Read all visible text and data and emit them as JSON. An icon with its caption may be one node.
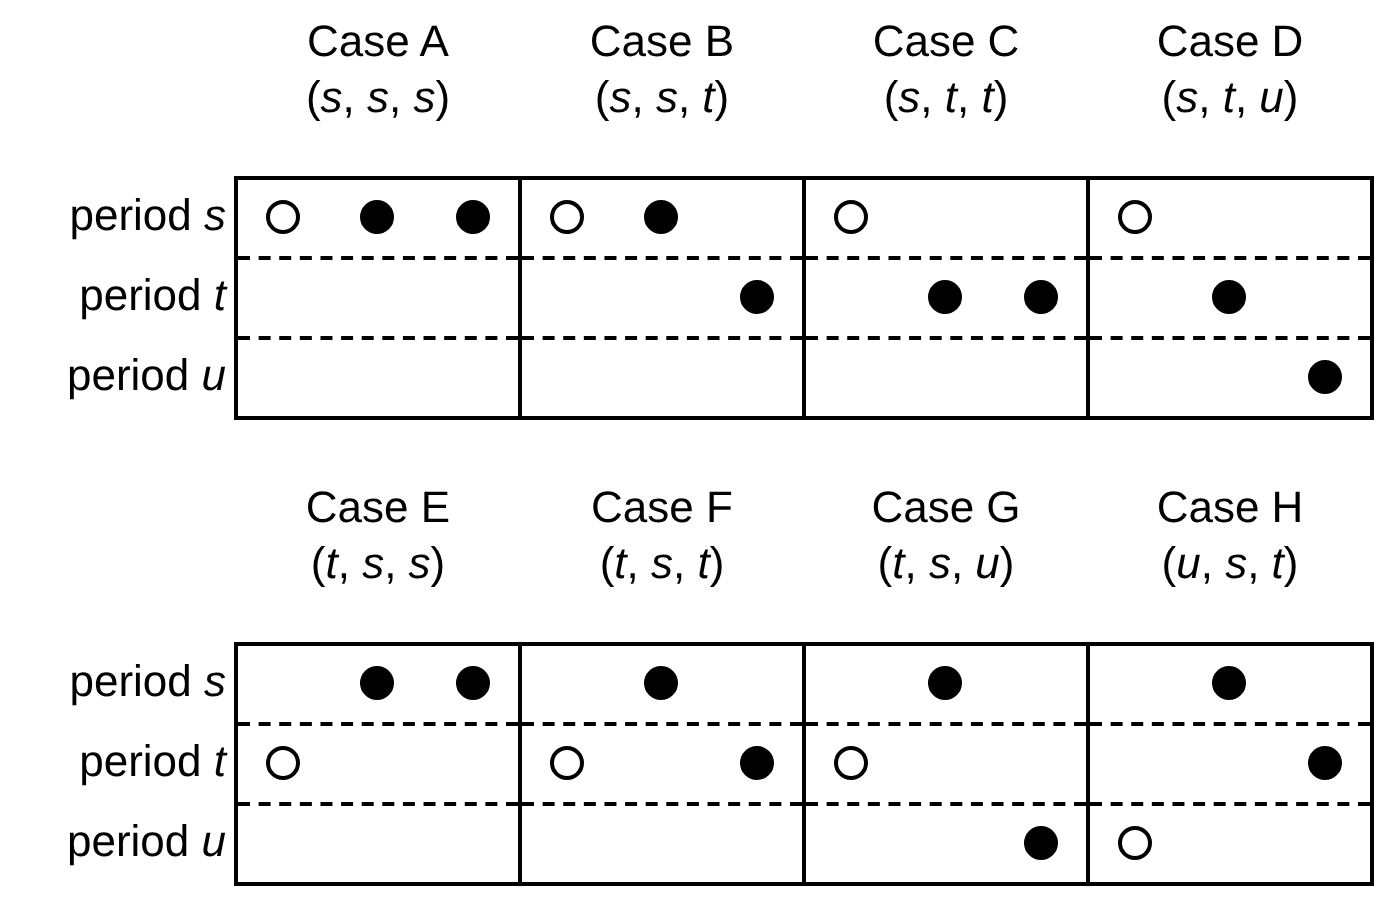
{
  "diagram": {
    "nodes": [
      {
        "text": [
          "Case A",
          "(*s*, *s*, *s*)"
        ]
      },
      {
        "text": [],
        "shape": "circle",
        "in": 0
      },
      {
        "text": [],
        "shape": "dot",
        "in": 0
      },
      {
        "text": [],
        "shape": "dot",
        "in": 0
      },
      {
        "text": [
          "Case B",
          "(*s*, *s*, *t*)"
        ]
      },
      {
        "text": [],
        "shape": "circle",
        "in": 4
      },
      {
        "text": [],
        "shape": "dot",
        "in": 4
      },
      {
        "text": [],
        "shape": "dot",
        "in": 4
      },
      {
        "text": [
          "Case C",
          "(*s*, *t*, *t*)"
        ]
      },
      {
        "text": [],
        "shape": "circle",
        "in": 8
      },
      {
        "text": [],
        "shape": "dot",
        "in": 8
      },
      {
        "text": [],
        "shape": "dot",
        "in": 8
      },
      {
        "text": [
          "Case D",
          "(*s*, *t*, *u*)"
        ]
      },
      {
        "text": [],
        "shape": "circle",
        "in": 12
      },
      {
        "text": [],
        "shape": "dot",
        "in": 12
      },
      {
        "text": [],
        "shape": "dot",
        "in": 12
      },
      {
        "text": [
          "Case E",
          "(*t*, *s*, *s*)"
        ]
      },
      {
        "text": [],
        "shape": "circle",
        "in": 16
      },
      {
        "text": [],
        "shape": "dot",
        "in": 16
      },
      {
        "text": [],
        "shape": "dot",
        "in": 16
      },
      {
        "text": [
          "Case F",
          "(*t*, *s*, *t*)"
        ]
      },
      {
        "text": [],
        "shape": "circle",
        "in": 20
      },
      {
        "text": [],
        "shape": "dot",
        "in": 20
      },
      {
        "text": [],
        "shape": "dot",
        "in": 20
      },
      {
        "text": [
          "Case G",
          "(*t*, *s*, *u*)"
        ]
      },
      {
        "text": [],
        "shape": "circle",
        "in": 24
      },
      {
        "text": [],
        "shape": "dot",
        "in": 24
      },
      {
        "text": [],
        "shape": "dot",
        "in": 24
      },
      {
        "text": [
          "Case H",
          "(*u*, *s*, *t*)"
        ]
      },
      {
        "text": [],
        "shape": "circle",
        "in": 28
      },
      {
        "text": [],
        "shape": "dot",
        "in": 28
      },
      {
        "text": [],
        "shape": "dot",
        "in": 28
      }
    ],
    "labels": [
      "period *s*",
      "period *t*",
      "period *u*",
      "period *s*",
      "period *t*",
      "period *u*"
    ]
  }
}
